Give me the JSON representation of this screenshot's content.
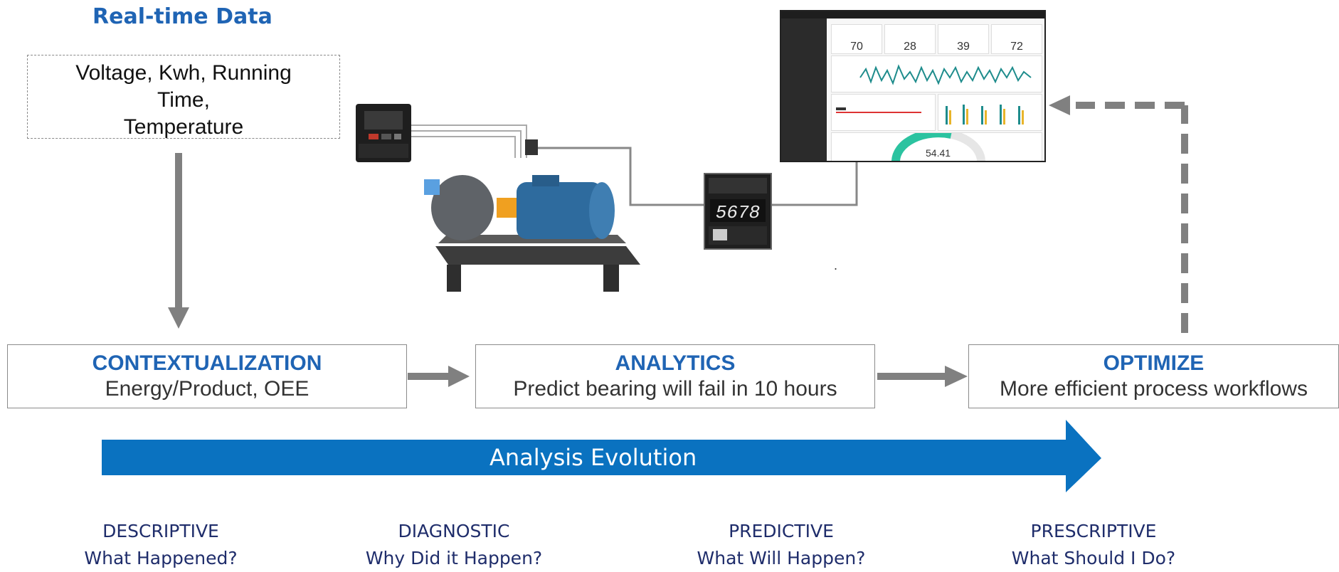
{
  "realtime": {
    "title": "Real-time Data",
    "lines": [
      "Voltage, Kwh, Running",
      "Time,",
      "Temperature"
    ]
  },
  "dashboard": {
    "kpis": [
      "70",
      "28",
      "39",
      "72"
    ],
    "gauge_value": "54.41"
  },
  "controller_display": "5678",
  "boxes": [
    {
      "title": "CONTEXTUALIZATION",
      "subtitle": "Energy/Product, OEE"
    },
    {
      "title": "ANALYTICS",
      "subtitle": "Predict bearing will fail in 10 hours"
    },
    {
      "title": "OPTIMIZE",
      "subtitle": "More efficient process workflows"
    }
  ],
  "band": {
    "label": "Analysis Evolution",
    "color": "#0a72c0"
  },
  "stages": [
    {
      "name": "DESCRIPTIVE",
      "question": "What Happened?"
    },
    {
      "name": "DIAGNOSTIC",
      "question": "Why Did it Happen?"
    },
    {
      "name": "PREDICTIVE",
      "question": "What Will Happen?"
    },
    {
      "name": "PRESCRIPTIVE",
      "question": "What Should I Do?"
    }
  ],
  "colors": {
    "accent": "#1f64b4",
    "arrow_gray": "#808080",
    "gauge": "#2bc3a0"
  }
}
